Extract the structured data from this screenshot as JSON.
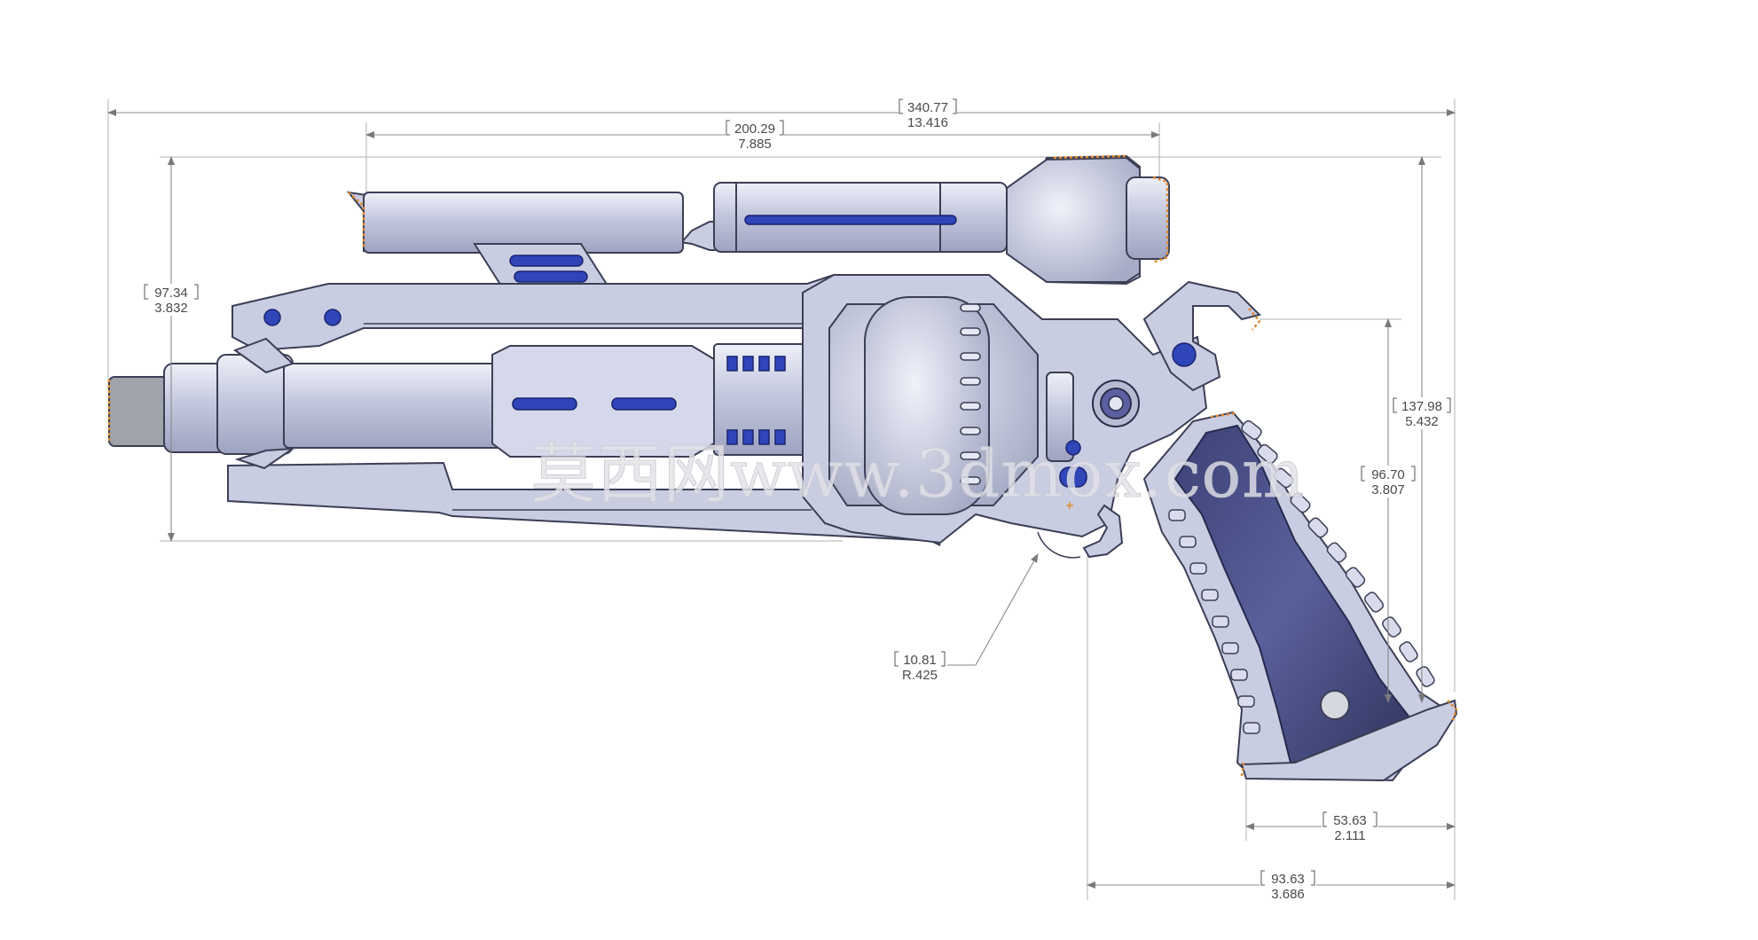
{
  "watermark": "莫西网www.3dmox.com",
  "dimensions": [
    {
      "id": "overall-length",
      "primary": "340.77",
      "secondary": "13.416"
    },
    {
      "id": "scope-length",
      "primary": "200.29",
      "secondary": "7.885"
    },
    {
      "id": "body-height",
      "primary": "97.34",
      "secondary": "3.832"
    },
    {
      "id": "total-height",
      "primary": "137.98",
      "secondary": "5.432"
    },
    {
      "id": "grip-height",
      "primary": "96.70",
      "secondary": "3.807"
    },
    {
      "id": "trigger-guard-radius",
      "primary": "10.81",
      "secondary": "R.425"
    },
    {
      "id": "grip-base-width",
      "primary": "53.63",
      "secondary": "2.111"
    },
    {
      "id": "grip-span",
      "primary": "93.63",
      "secondary": "3.686"
    }
  ],
  "colors": {
    "body": "#c9cde2",
    "accent_blue": "#2f45b8",
    "grip": "#4b5188",
    "edge_highlight": "#e08a2c",
    "dimension_line": "#8a8a8a"
  }
}
